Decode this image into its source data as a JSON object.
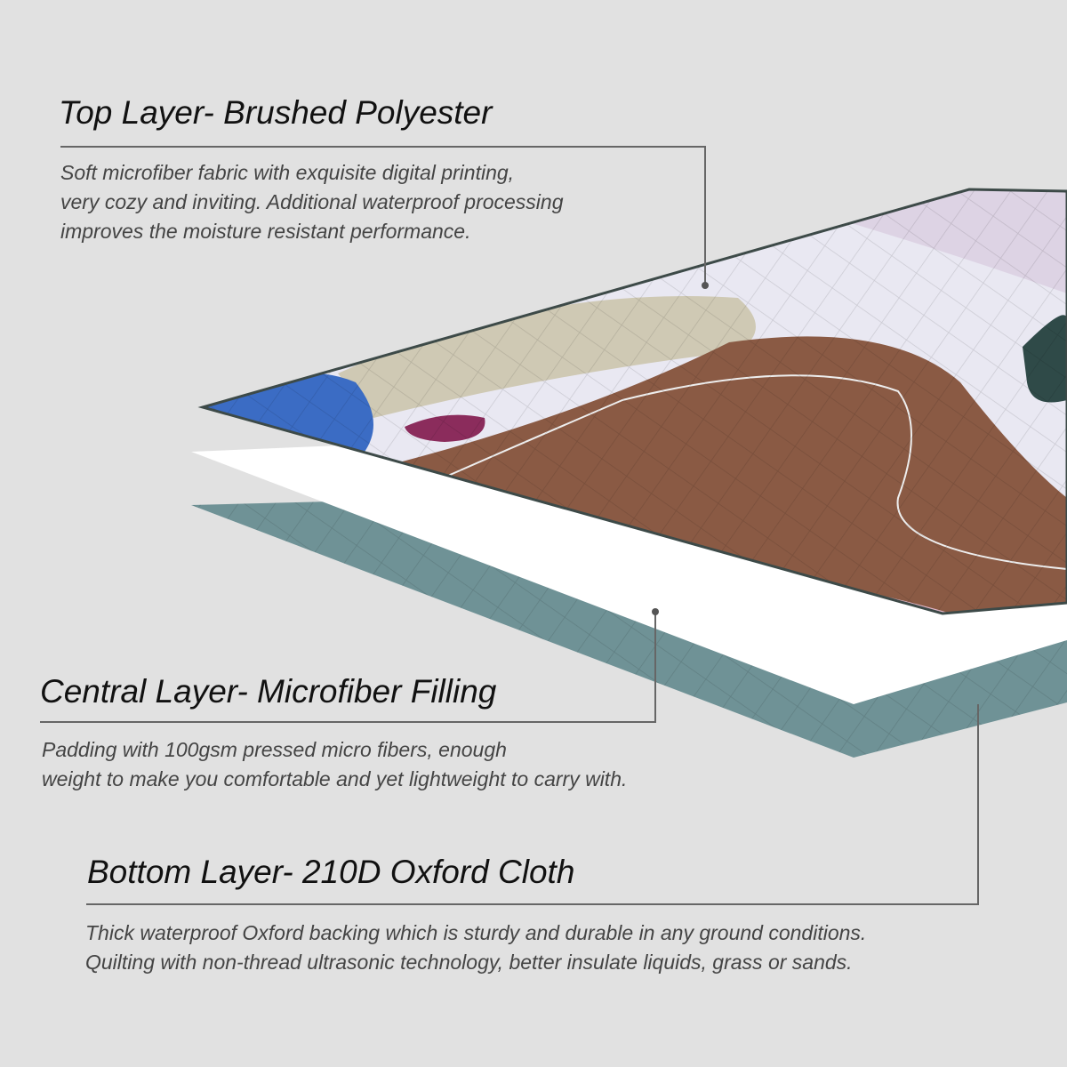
{
  "top_layer": {
    "title": "Top Layer- Brushed Polyester",
    "lines": [
      "Soft microfiber fabric with exquisite digital printing,",
      "very cozy and inviting. Additional  waterproof processing",
      "improves the moisture resistant performance."
    ]
  },
  "central_layer": {
    "title": "Central Layer- Microfiber Filling",
    "lines": [
      "Padding with 100gsm pressed micro fibers, enough",
      "weight to make you comfortable and yet lightweight to carry with."
    ]
  },
  "bottom_layer": {
    "title": "Bottom Layer- 210D Oxford Cloth",
    "lines": [
      "Thick waterproof Oxford backing which is sturdy and durable in any ground conditions.",
      "Quilting with non-thread ultrasonic technology, better insulate liquids, grass or sands."
    ]
  },
  "colors": {
    "background": "#e1e1e1",
    "bottom": "#6f9296",
    "filling": "#ffffff",
    "brown": "#8a5a44",
    "lavender": "#ddd3e4",
    "beige": "#cfc9b4",
    "blue": "#3b6cc4"
  }
}
